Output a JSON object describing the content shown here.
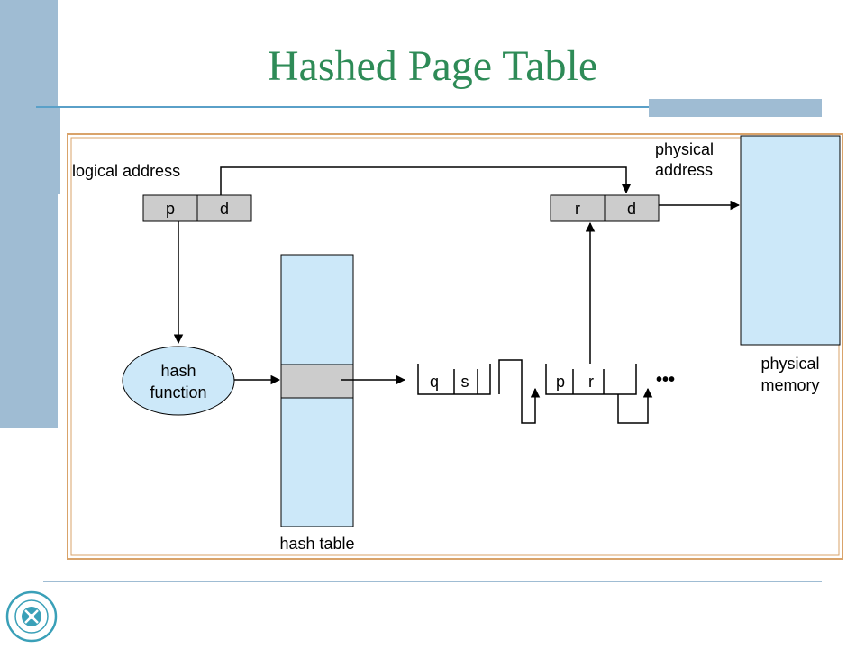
{
  "title": "Hashed Page Table",
  "diagram": {
    "logical_address": "logical address",
    "physical_address_line1": "physical",
    "physical_address_line2": "address",
    "p": "p",
    "d": "d",
    "r": "r",
    "d2": "d",
    "hash_function_line1": "hash",
    "hash_function_line2": "function",
    "hash_table": "hash table",
    "q": "q",
    "s": "s",
    "p2": "p",
    "r2": "r",
    "ellipsis": "•••",
    "physical_memory_line1": "physical",
    "physical_memory_line2": "memory"
  },
  "colors": {
    "title": "#2e8b57",
    "sidebar": "#9fbcd3",
    "frame_border": "#d9a36a",
    "light_blue": "#cce8f9",
    "gray_box": "#cccccc"
  }
}
